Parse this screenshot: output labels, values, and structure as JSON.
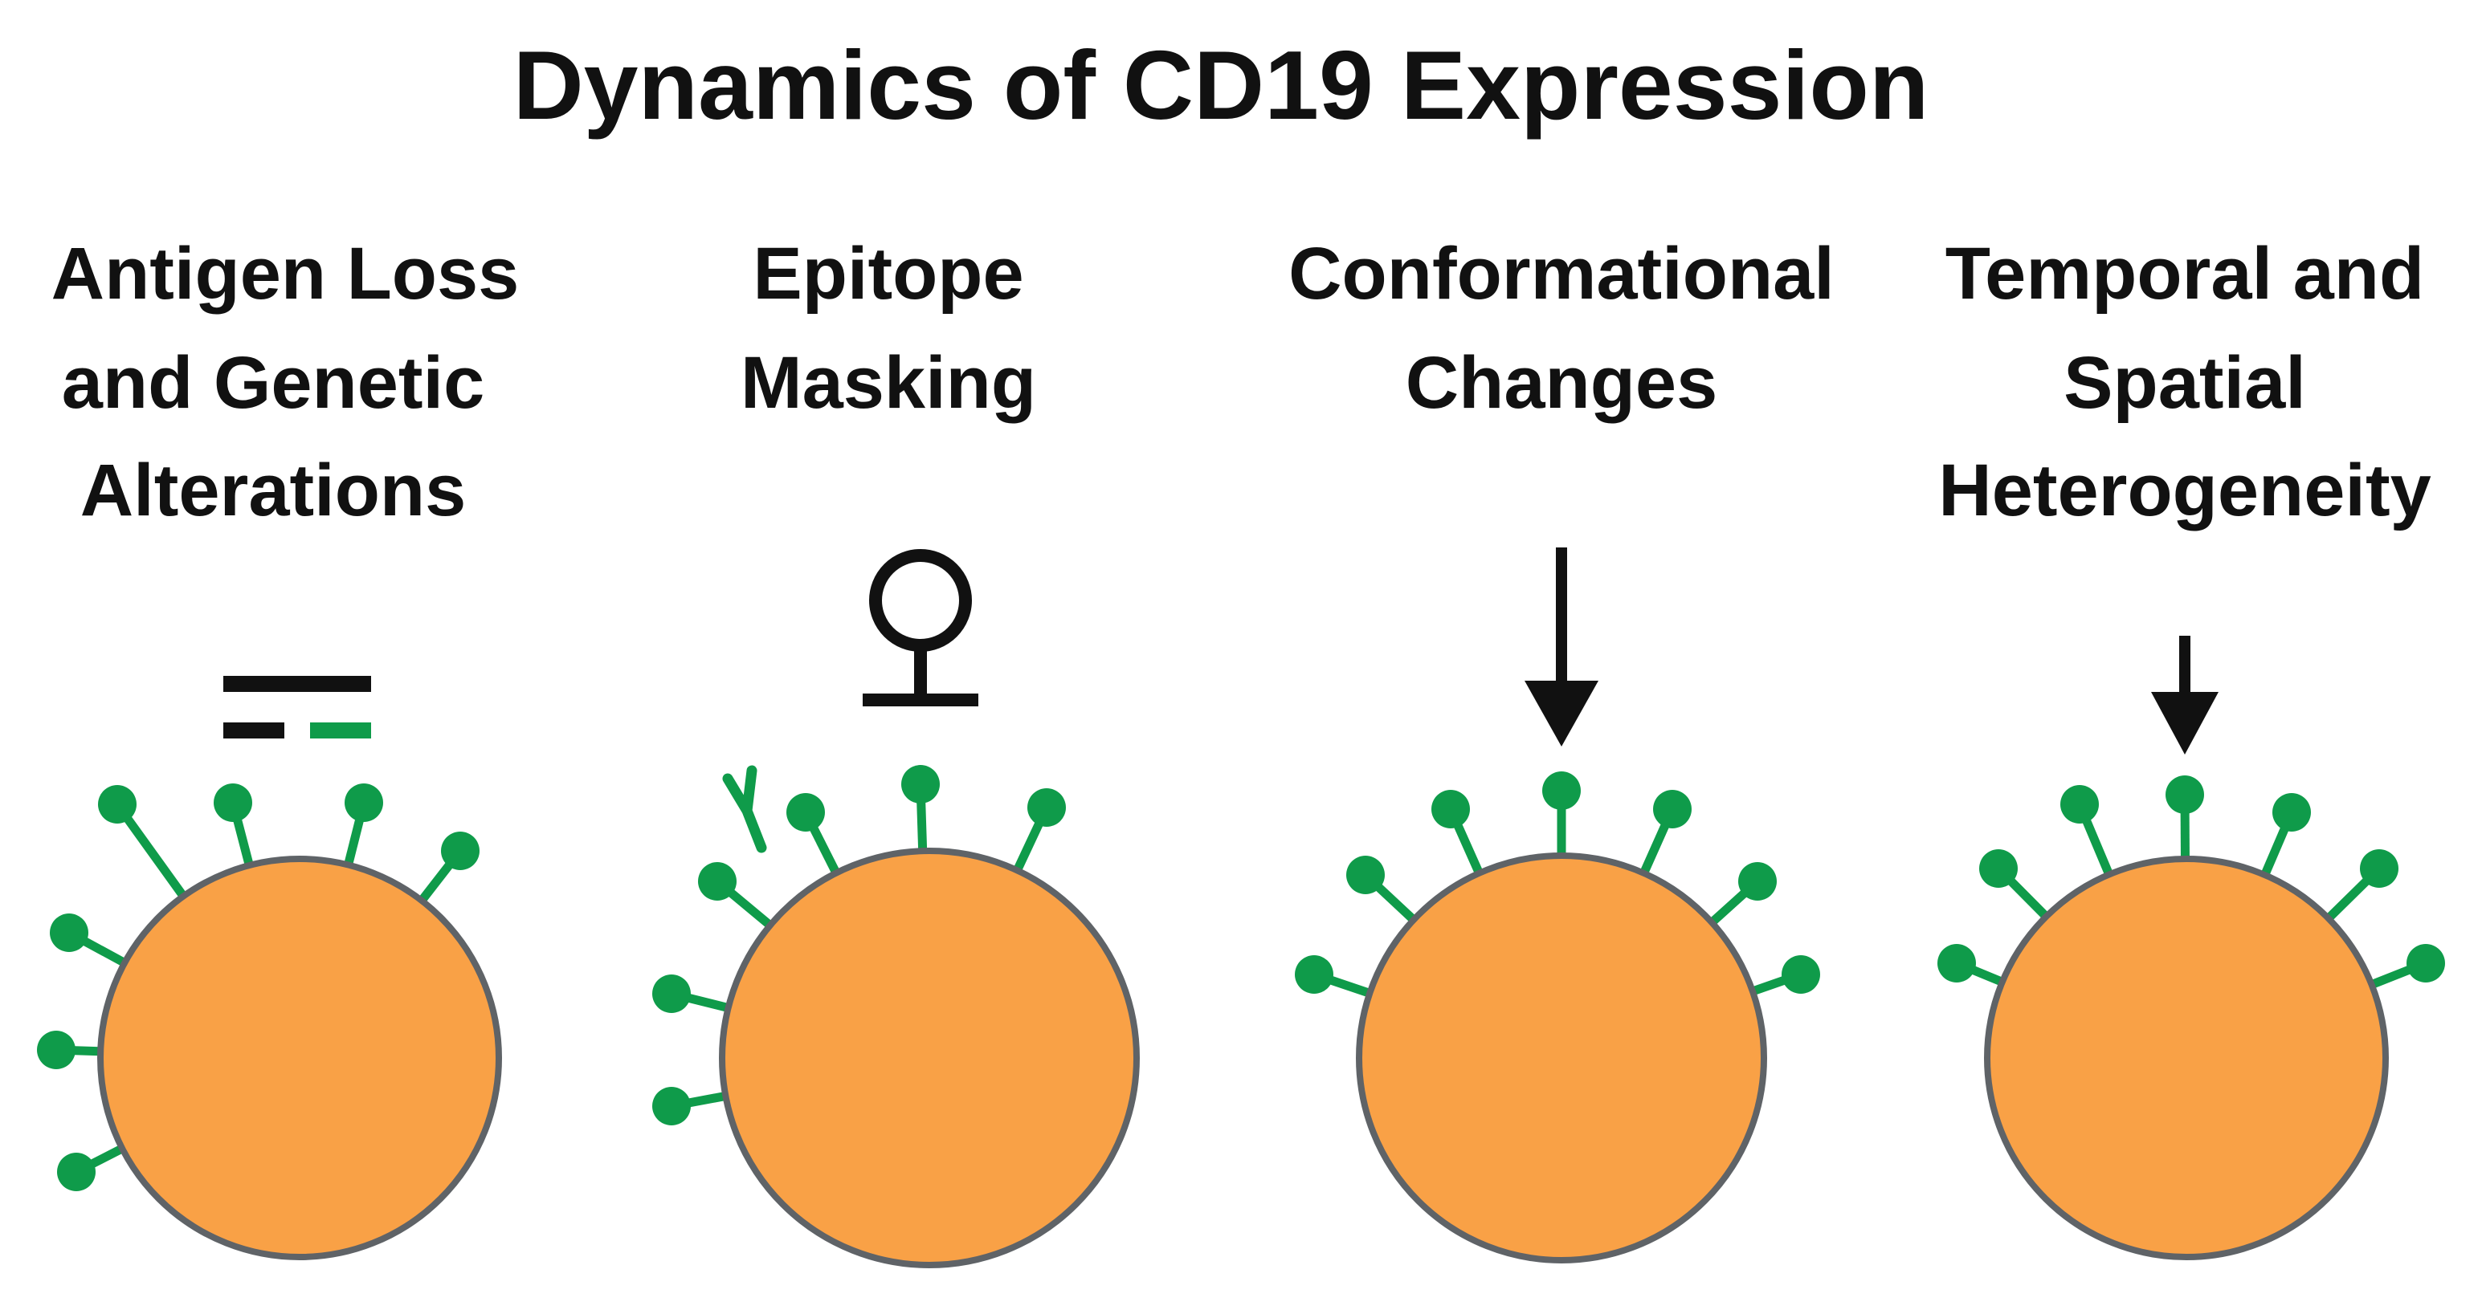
{
  "title": "Dynamics of CD19 Expression",
  "colors": {
    "cell_fill": "#F9A146",
    "cell_stroke": "#5F6367",
    "receptor": "#0F9B4A",
    "ink": "#111111",
    "background": "#FFFFFF"
  },
  "panels": [
    {
      "id": "antigen-loss",
      "heading_lines": [
        "Antigen Loss",
        "and Genetic",
        "Alterations"
      ],
      "symbol": "split-bar-icon"
    },
    {
      "id": "epitope-masking",
      "heading_lines": [
        "Epitope",
        "Masking"
      ],
      "symbol": "masking-ligand-icon"
    },
    {
      "id": "conformational-changes",
      "heading_lines": [
        "Conformational",
        "Changes"
      ],
      "symbol": "down-arrow-icon"
    },
    {
      "id": "temporal-spatial-heterogeneity",
      "heading_lines": [
        "Temporal and",
        "Spatial",
        "Heterogeneity"
      ],
      "symbol": "down-arrow-icon"
    }
  ]
}
